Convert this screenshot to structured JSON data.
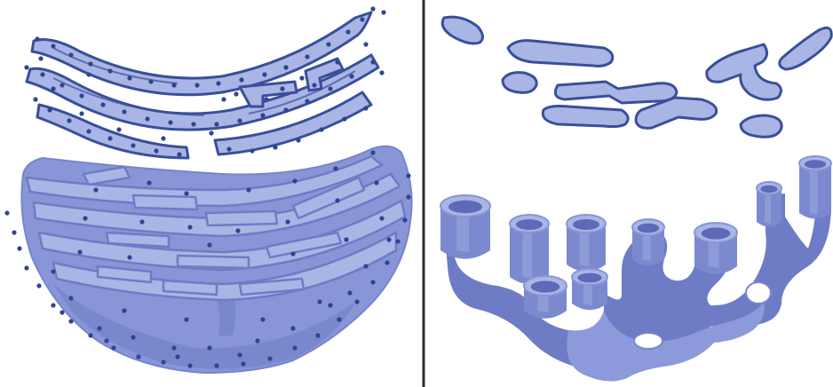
{
  "figure": {
    "panels": [
      {
        "name": "rough-er",
        "illustrations": [
          "rough-er-section-view",
          "rough-er-3d-view"
        ]
      },
      {
        "name": "smooth-er",
        "illustrations": [
          "smooth-er-section-view",
          "smooth-er-3d-view"
        ]
      }
    ],
    "divider": "vertical-divider"
  },
  "colors": {
    "background": "#ffffff",
    "outline": "#3a4f9a",
    "fill_light": "#a9b5e4",
    "fill_mid": "#8895d6",
    "fill_dark": "#6e7cc6",
    "fill_shadow": "#5d6ab8",
    "ribosome": "#2e4590",
    "divider": "#2a2a2a"
  }
}
